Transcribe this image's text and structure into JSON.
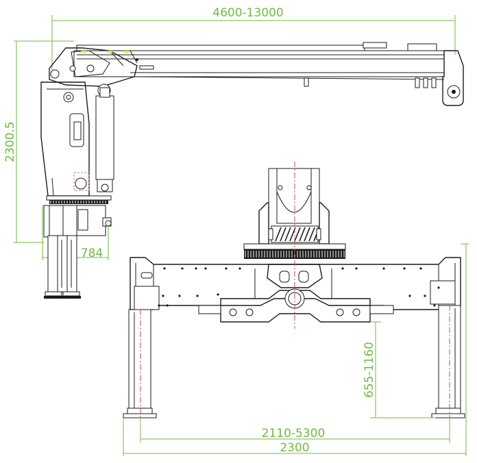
{
  "dimensions": {
    "boom_reach": "4600-13000",
    "crane_height": "2300.5",
    "base_width": "784",
    "outrigger_height": "655-1160",
    "outrigger_span": "2110-5300",
    "frame_width": "2300"
  },
  "colors": {
    "dimension": "#6dbb3f",
    "outline": "#1a1a1a",
    "centerline": "#d04040"
  }
}
